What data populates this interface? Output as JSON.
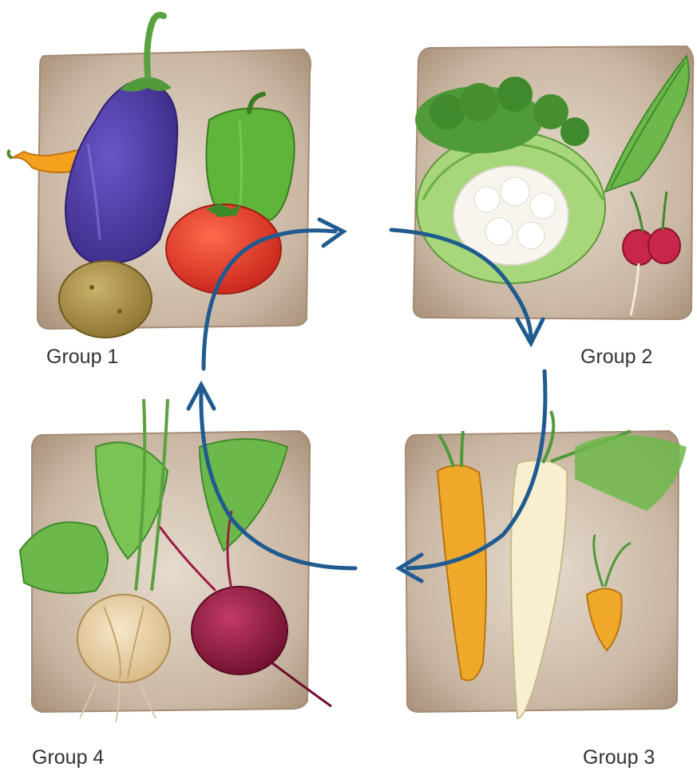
{
  "groups": [
    {
      "id": 1,
      "label": "Group 1",
      "contents": [
        "eggplant-icon",
        "pepper-icon",
        "chili-icon",
        "tomato-icon",
        "potato-icon"
      ]
    },
    {
      "id": 2,
      "label": "Group 2",
      "contents": [
        "cauliflower-icon",
        "cabbage-icon",
        "radish-icon",
        "radish-leaf-icon"
      ]
    },
    {
      "id": 3,
      "label": "Group 3",
      "contents": [
        "carrot-icon",
        "parsnip-icon",
        "small-carrot-icon"
      ]
    },
    {
      "id": 4,
      "label": "Group 4",
      "contents": [
        "onion-icon",
        "beet-icon",
        "chard-icon"
      ]
    }
  ],
  "colors": {
    "arrow": "#1f5b8f",
    "soil": "#b8a38e",
    "soil_light": "#d9cbbb",
    "label": "#333333"
  },
  "cycle_order": [
    1,
    2,
    3,
    4
  ]
}
